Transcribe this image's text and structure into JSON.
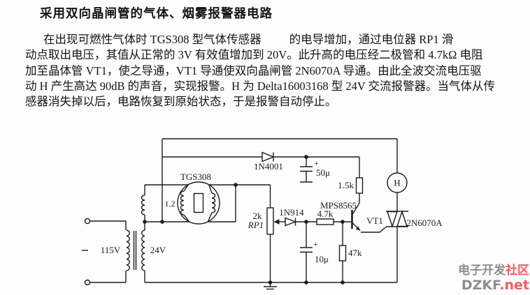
{
  "title": "采用双向晶闸管的气体、烟雾报警器电路",
  "paragraph": {
    "line1_a": "在出现可燃性气体时 TGS308 型气体传感器",
    "line1_b": "的电导增加，通过电位器 RP1 滑",
    "line2": "动点取出电压，其值从正常的 3V 有效值增加到 20V。此升高的电压经二极管和 4.7kΩ 电阻",
    "line3": "加至晶体管 VT1，使之导通，VT1 导通使双向晶闸管 2N6070A 导通。由此全波交流电压驱",
    "line4": "动 H 产生高达 90dB 的声音，实现报警。H 为 Delta16003168 型 24V 交流报警器。当气体从传",
    "line5": "感器消失掉以后，电路恢复到原始状态，于是报警自动停止。"
  },
  "schematic": {
    "sensor_label": "TGS308",
    "heater_voltage": "1.2",
    "primary_voltage": "115V",
    "secondary_voltage": "24V",
    "diode1": "1N4001",
    "cap1_value": "50μ",
    "cap1_polarity": "+",
    "resistor1": "1.5k",
    "transistor_type": "MPS8565",
    "transistor_ref": "VT1",
    "diode2": "1N914",
    "resistor2": "4.7k",
    "pot_value": "2k",
    "pot_ref": "RP1",
    "cap2_value": "10μ",
    "cap2_polarity": "+",
    "resistor3": "47k",
    "alarm_ref": "H",
    "triac_type": "2N6070A"
  },
  "watermark": {
    "site_name_gray": "电子开发",
    "site_name_red": "社区",
    "domain_gray": "DZKF",
    "domain_red": ".net",
    "gray_color": "#8e8e8e",
    "red_color": "#f15b5b"
  }
}
